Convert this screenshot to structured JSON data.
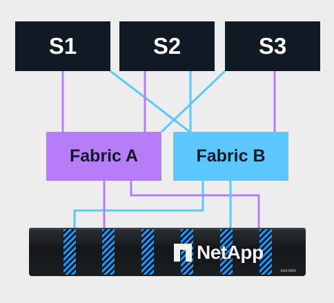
{
  "servers": [
    {
      "label": "S1"
    },
    {
      "label": "S2"
    },
    {
      "label": "S3"
    }
  ],
  "fabrics": [
    {
      "label": "Fabric A",
      "color": "#b77cf7"
    },
    {
      "label": "Fabric B",
      "color": "#5cc6ff"
    }
  ],
  "storage": {
    "brand": "NetApp",
    "model": "ASA A800"
  },
  "colors": {
    "server_bg": "#111a24",
    "background": "#ededed",
    "fabric_a_wire": "#b77cf7",
    "fabric_b_wire": "#5cc6ff",
    "bay_stripe": "#2196f3"
  }
}
